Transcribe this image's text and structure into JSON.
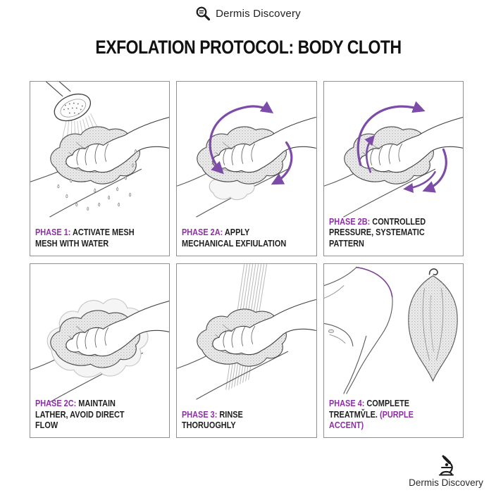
{
  "colors": {
    "accent_purple_label": "#8e2fa6",
    "accent_purple_arrow": "#7d4ba8",
    "line_ink": "#3f3f3f",
    "panel_border": "#8f8f8f",
    "background": "#ffffff"
  },
  "header": {
    "logo_icon": "magnifier-icon",
    "logo_text": "Dermis Discovery",
    "title": "EXFOLATION PROTOCOL: BODY CLOTH"
  },
  "panels": [
    {
      "label": "PHASE 1:",
      "text": "ACTIVATE MESH MESH WITH WATER",
      "illustration": "shower-head-wetting-cloth"
    },
    {
      "label": "PHASE 2A:",
      "text": "APPLY MECHANICAL EXFIULATION",
      "illustration": "hand-scrubbing-circular-arrows"
    },
    {
      "label": "PHASE 2B:",
      "text": "CONTROLLED PRESSURE, SYSTEMATIC PATTERN",
      "illustration": "hand-scrubbing-multiple-arrows"
    },
    {
      "label": "PHASE 2C:",
      "text": "MAINTAIN LATHER, AVOID DIRECT FLOW",
      "illustration": "hand-cloth-with-lather"
    },
    {
      "label": "PHASE 3:",
      "text": "RINSE THORUOGHLY",
      "illustration": "rinsing-under-water-stream"
    },
    {
      "label": "PHASE 4:",
      "text": "COMPLETE TREATMV̌LE.",
      "suffix": "(PURPLE ACCENT)",
      "illustration": "torso-and-hanging-cloth"
    }
  ],
  "footer": {
    "icon": "microscope-icon",
    "brand": "Dermis Discovery"
  }
}
